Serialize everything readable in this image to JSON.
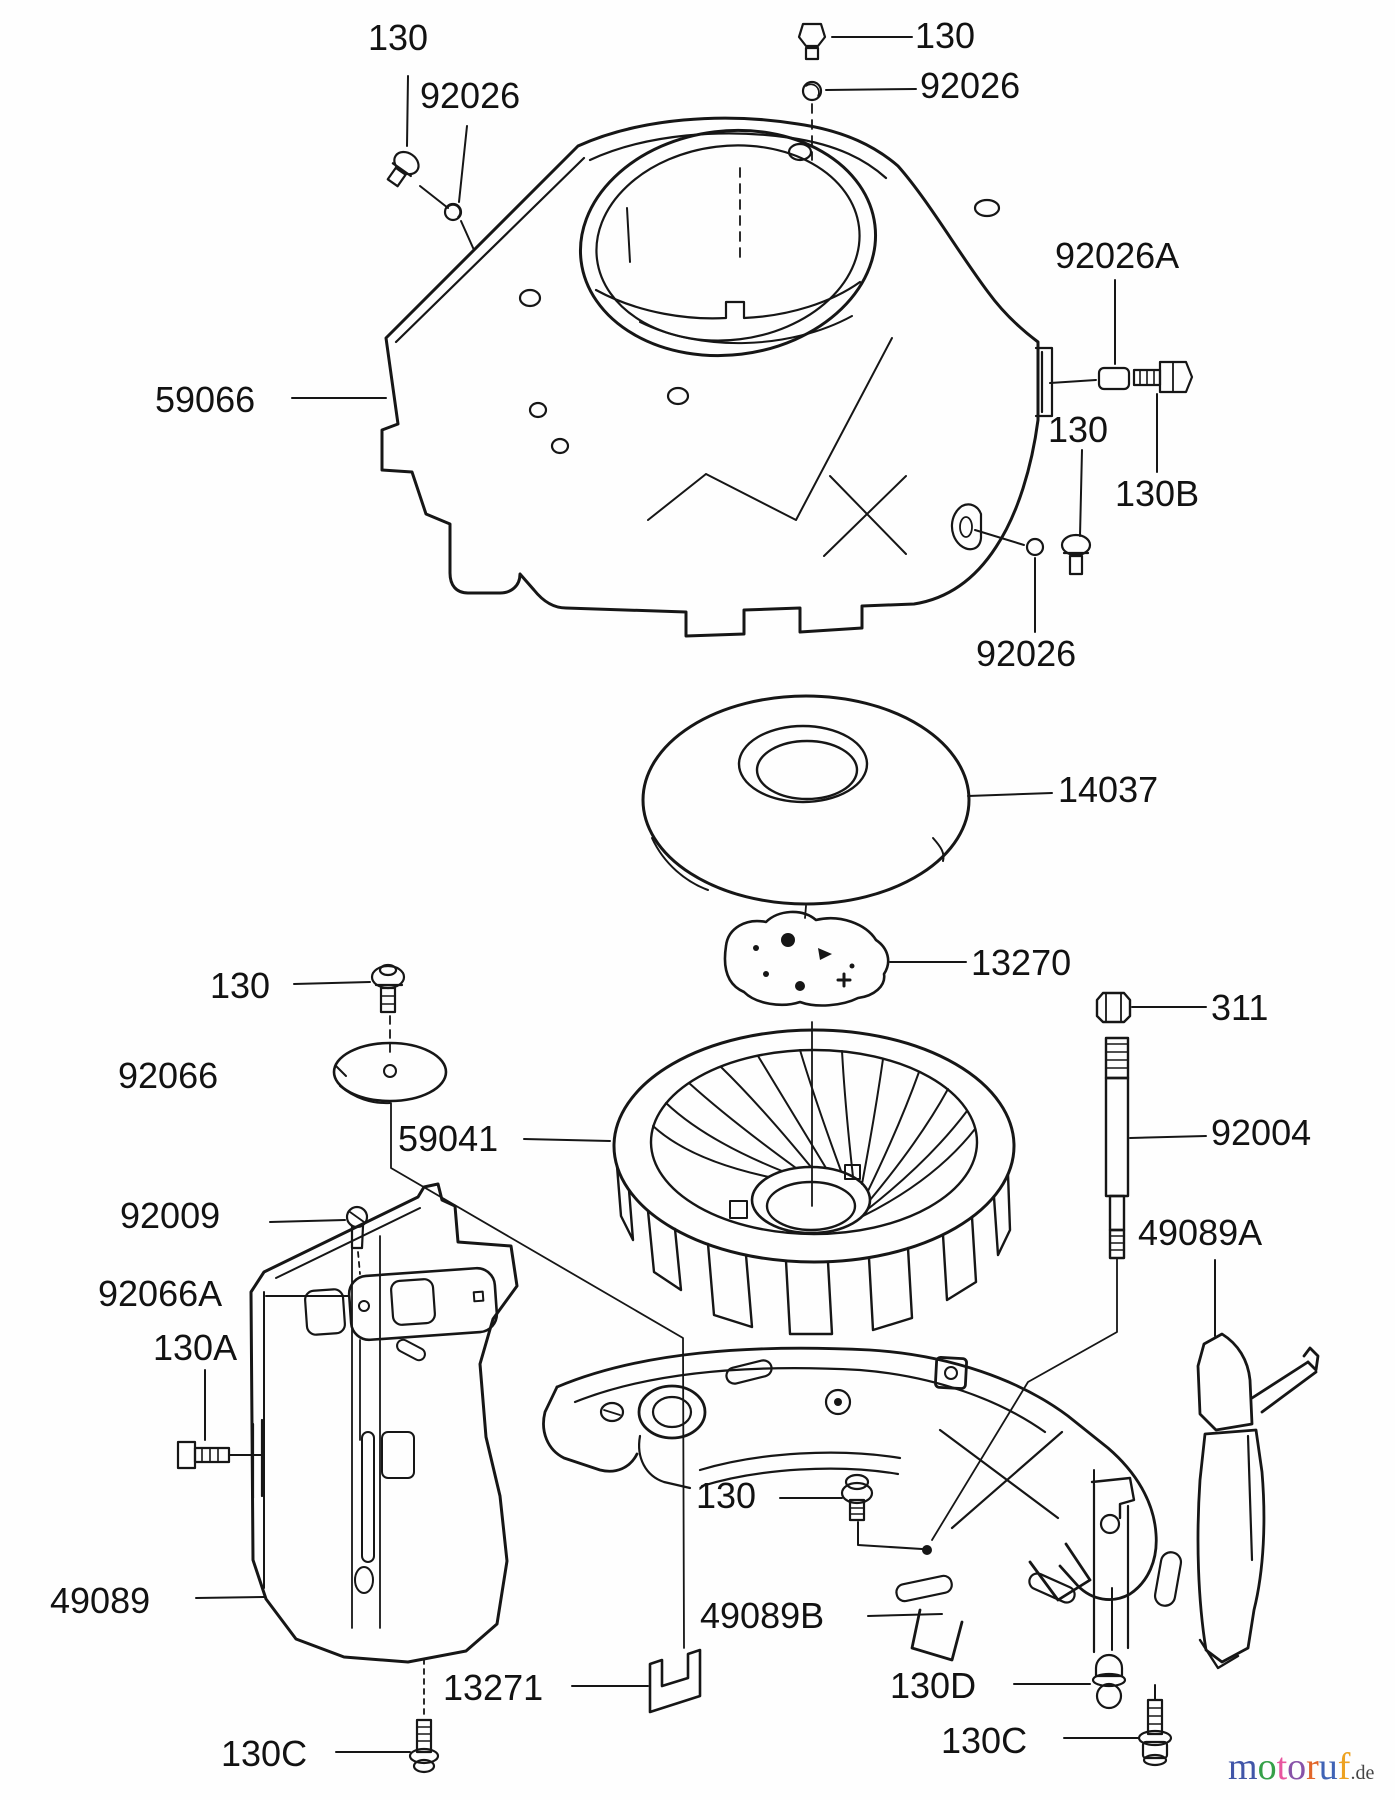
{
  "diagram": {
    "kind": "exploded-parts-diagram",
    "background_color": "#fefefe",
    "line_color": "#161616",
    "label_color": "#121212"
  },
  "labels": [
    {
      "text": "130"
    },
    {
      "text": "92026"
    },
    {
      "text": "130"
    },
    {
      "text": "92026"
    },
    {
      "text": "92026A"
    },
    {
      "text": "130"
    },
    {
      "text": "130B"
    },
    {
      "text": "92026"
    },
    {
      "text": "59066"
    },
    {
      "text": "14037"
    },
    {
      "text": "13270"
    },
    {
      "text": "311"
    },
    {
      "text": "130"
    },
    {
      "text": "92066"
    },
    {
      "text": "59041"
    },
    {
      "text": "92004"
    },
    {
      "text": "92009"
    },
    {
      "text": "49089A"
    },
    {
      "text": "92066A"
    },
    {
      "text": "130A"
    },
    {
      "text": "49089"
    },
    {
      "text": "130"
    },
    {
      "text": "49089B"
    },
    {
      "text": "13271"
    },
    {
      "text": "130C"
    },
    {
      "text": "130D"
    },
    {
      "text": "130C"
    }
  ],
  "watermark": {
    "text": "motoruf.de",
    "letters": [
      {
        "ch": "m",
        "color": "#4156a8"
      },
      {
        "ch": "o",
        "color": "#35a048"
      },
      {
        "ch": "t",
        "color": "#e8559f"
      },
      {
        "ch": "o",
        "color": "#8852a8"
      },
      {
        "ch": "r",
        "color": "#e2662a"
      },
      {
        "ch": "u",
        "color": "#3f63b5"
      },
      {
        "ch": "f",
        "color": "#eda221"
      }
    ],
    "suffix": {
      "text": ".de",
      "color": "#444444"
    }
  }
}
